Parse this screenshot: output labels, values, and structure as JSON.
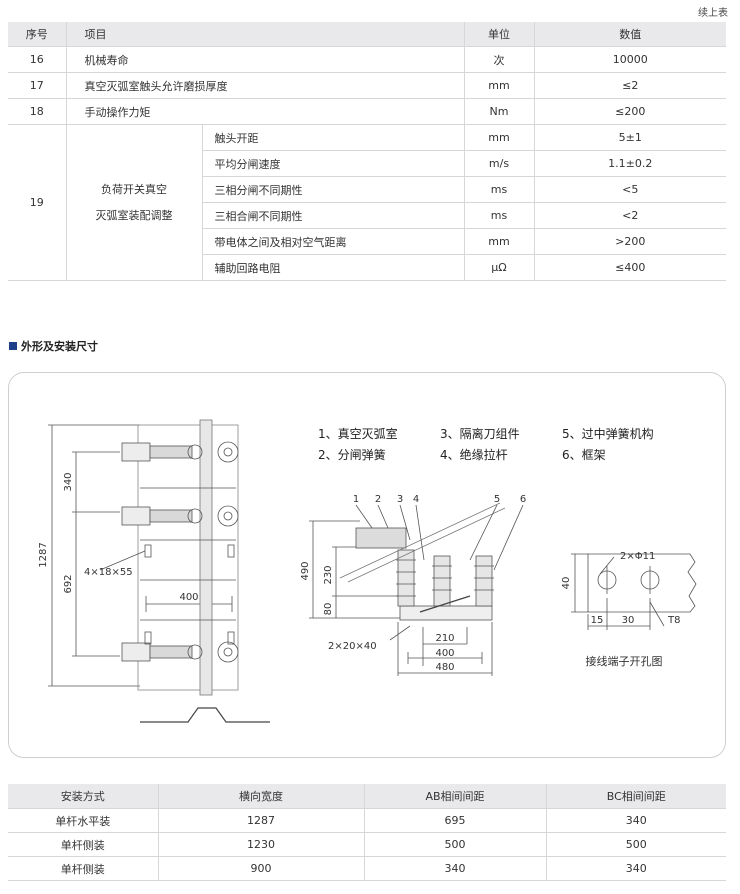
{
  "continued_note": "续上表",
  "spec_table": {
    "headers": {
      "no": "序号",
      "item": "项目",
      "unit": "单位",
      "value": "数值"
    },
    "rows": [
      {
        "no": "16",
        "item": "机械寿命",
        "unit": "次",
        "value": "10000"
      },
      {
        "no": "17",
        "item": "真空灭弧室触头允许磨损厚度",
        "unit": "mm",
        "value": "≤2"
      },
      {
        "no": "18",
        "item": "手动操作力矩",
        "unit": "Nm",
        "value": "≤200"
      }
    ],
    "group": {
      "no": "19",
      "label_line1": "负荷开关真空",
      "label_line2": "灭弧室装配调整",
      "subrows": [
        {
          "item": "触头开距",
          "unit": "mm",
          "value": "5±1"
        },
        {
          "item": "平均分闸速度",
          "unit": "m/s",
          "value": "1.1±0.2"
        },
        {
          "item": "三相分闸不同期性",
          "unit": "ms",
          "value": "<5"
        },
        {
          "item": "三相合闸不同期性",
          "unit": "ms",
          "value": "<2"
        },
        {
          "item": "带电体之间及相对空气距离",
          "unit": "mm",
          "value": ">200"
        },
        {
          "item": "辅助回路电阻",
          "unit": "μΩ",
          "value": "≤400"
        }
      ]
    }
  },
  "section_title": "外形及安装尺寸",
  "diagram": {
    "left_dims": {
      "total": "1287",
      "top": "340",
      "middle": "692",
      "hole": "4×18×55",
      "width": "400"
    },
    "legend": [
      "1、真空灭弧室",
      "3、隔离刀组件",
      "5、过中弹簧机构",
      "2、分闸弹簧",
      "4、绝缘拉杆",
      "6、框架"
    ],
    "parts": [
      "1",
      "2",
      "3",
      "4",
      "5",
      "6"
    ],
    "side_dims": {
      "height": "490",
      "h230": "230",
      "h80": "80",
      "holes": "2×20×40",
      "w210": "210",
      "w400": "400",
      "w480": "480"
    },
    "terminal": {
      "holes": "2×Φ11",
      "height": "40",
      "w15": "15",
      "w30": "30",
      "thickness": "T8",
      "caption": "接线端子开孔图"
    }
  },
  "mount_table": {
    "headers": [
      "安装方式",
      "横向宽度",
      "AB相间间距",
      "BC相间间距"
    ],
    "rows": [
      [
        "单杆水平装",
        "1287",
        "695",
        "340"
      ],
      [
        "单杆侧装",
        "1230",
        "500",
        "500"
      ],
      [
        "单杆侧装",
        "900",
        "340",
        "340"
      ]
    ]
  }
}
